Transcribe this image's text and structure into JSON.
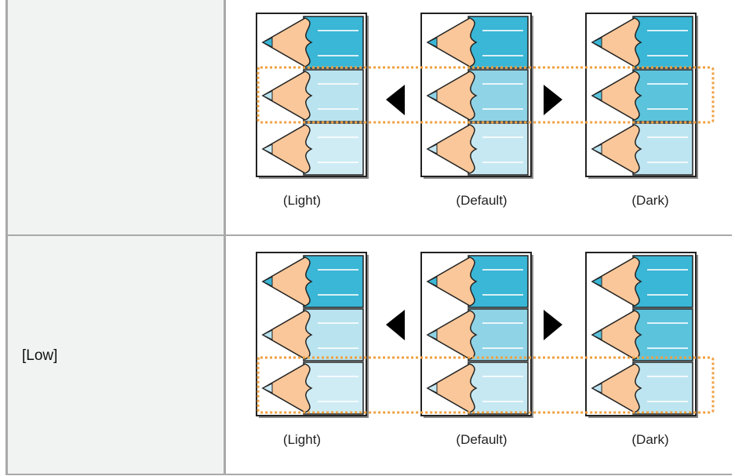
{
  "rows": [
    {
      "label": "",
      "captions": [
        "(Light)",
        "(Default)",
        "(Dark)"
      ],
      "highlighted_band": "middle"
    },
    {
      "label": "[Low]",
      "captions": [
        "(Light)",
        "(Default)",
        "(Dark)"
      ],
      "highlighted_band": "bottom"
    }
  ],
  "colors": {
    "pencil_tip": "#f9c799",
    "lead": "#3aaed0",
    "highlight_border": "#f0a040",
    "label_bg": "#f1f2f2",
    "grid_line": "#a9a9a9"
  },
  "icons": [
    "pencil-icon",
    "arrow-left-icon",
    "arrow-right-icon"
  ]
}
